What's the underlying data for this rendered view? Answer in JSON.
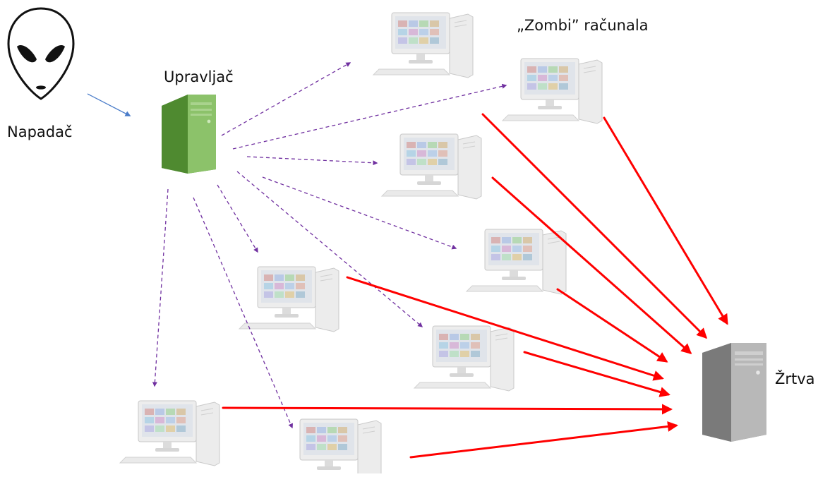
{
  "labels": {
    "attacker": "Napadač",
    "controller": "Upravljač",
    "zombies": "„Zombi” računala",
    "victim": "Žrtva"
  },
  "colors": {
    "attack_arrow": "#ff0000",
    "command_arrow": "#7030a0",
    "attacker_to_controller": "#4a7cc9",
    "controller_tower": "#70ad47",
    "victim_tower": "#9a9a9a"
  },
  "icons": {
    "attacker": "alien-head-icon",
    "controller": "computer-tower-icon",
    "zombie": "desktop-computer-icon",
    "victim": "computer-tower-icon"
  },
  "zombie_count": 8
}
